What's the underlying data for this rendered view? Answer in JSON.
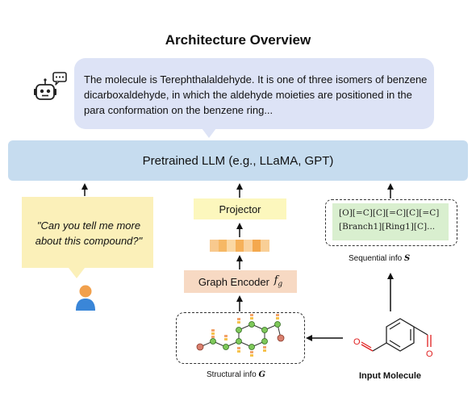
{
  "title": "Architecture Overview",
  "response_text": "The molecule is Terephthalaldehyde. It is one of three isomers of benzene dicarboxaldehyde, in which the aldehyde moieties are positioned in the para conformation on the benzene ring...",
  "llm_label": "Pretrained LLM (e.g., LLaMA, GPT)",
  "user_question": "\"Can you tell me more about this compound?\"",
  "projector_label": "Projector",
  "encoder_label": "Graph Encoder ",
  "encoder_symbol": "f",
  "encoder_subscript": "g",
  "sequence_text": "[O][=C][C][=C][C][=C][Branch1][Ring1][C]...",
  "sequential_label": "Sequential info ",
  "sequential_symbol": "S",
  "structural_label": "Structural info ",
  "structural_symbol": "G",
  "input_molecule_label": "Input Molecule",
  "atom_labels": {
    "oxygen": "O"
  },
  "icons": [
    "robot-chat-icon",
    "user-icon"
  ],
  "colors": {
    "response_bubble": "#dde3f6",
    "llm_bar": "#c6dcef",
    "user_bubble": "#fbf0b9",
    "projector": "#fcf7bd",
    "encoder": "#f7d9c3",
    "sequence_box": "#d9efcf",
    "graph_node": "#7ec85a",
    "graph_end_node": "#d9806f",
    "oxygen": "#e02020",
    "user_icon_head": "#f1a04c",
    "user_icon_body": "#3a86d8"
  }
}
